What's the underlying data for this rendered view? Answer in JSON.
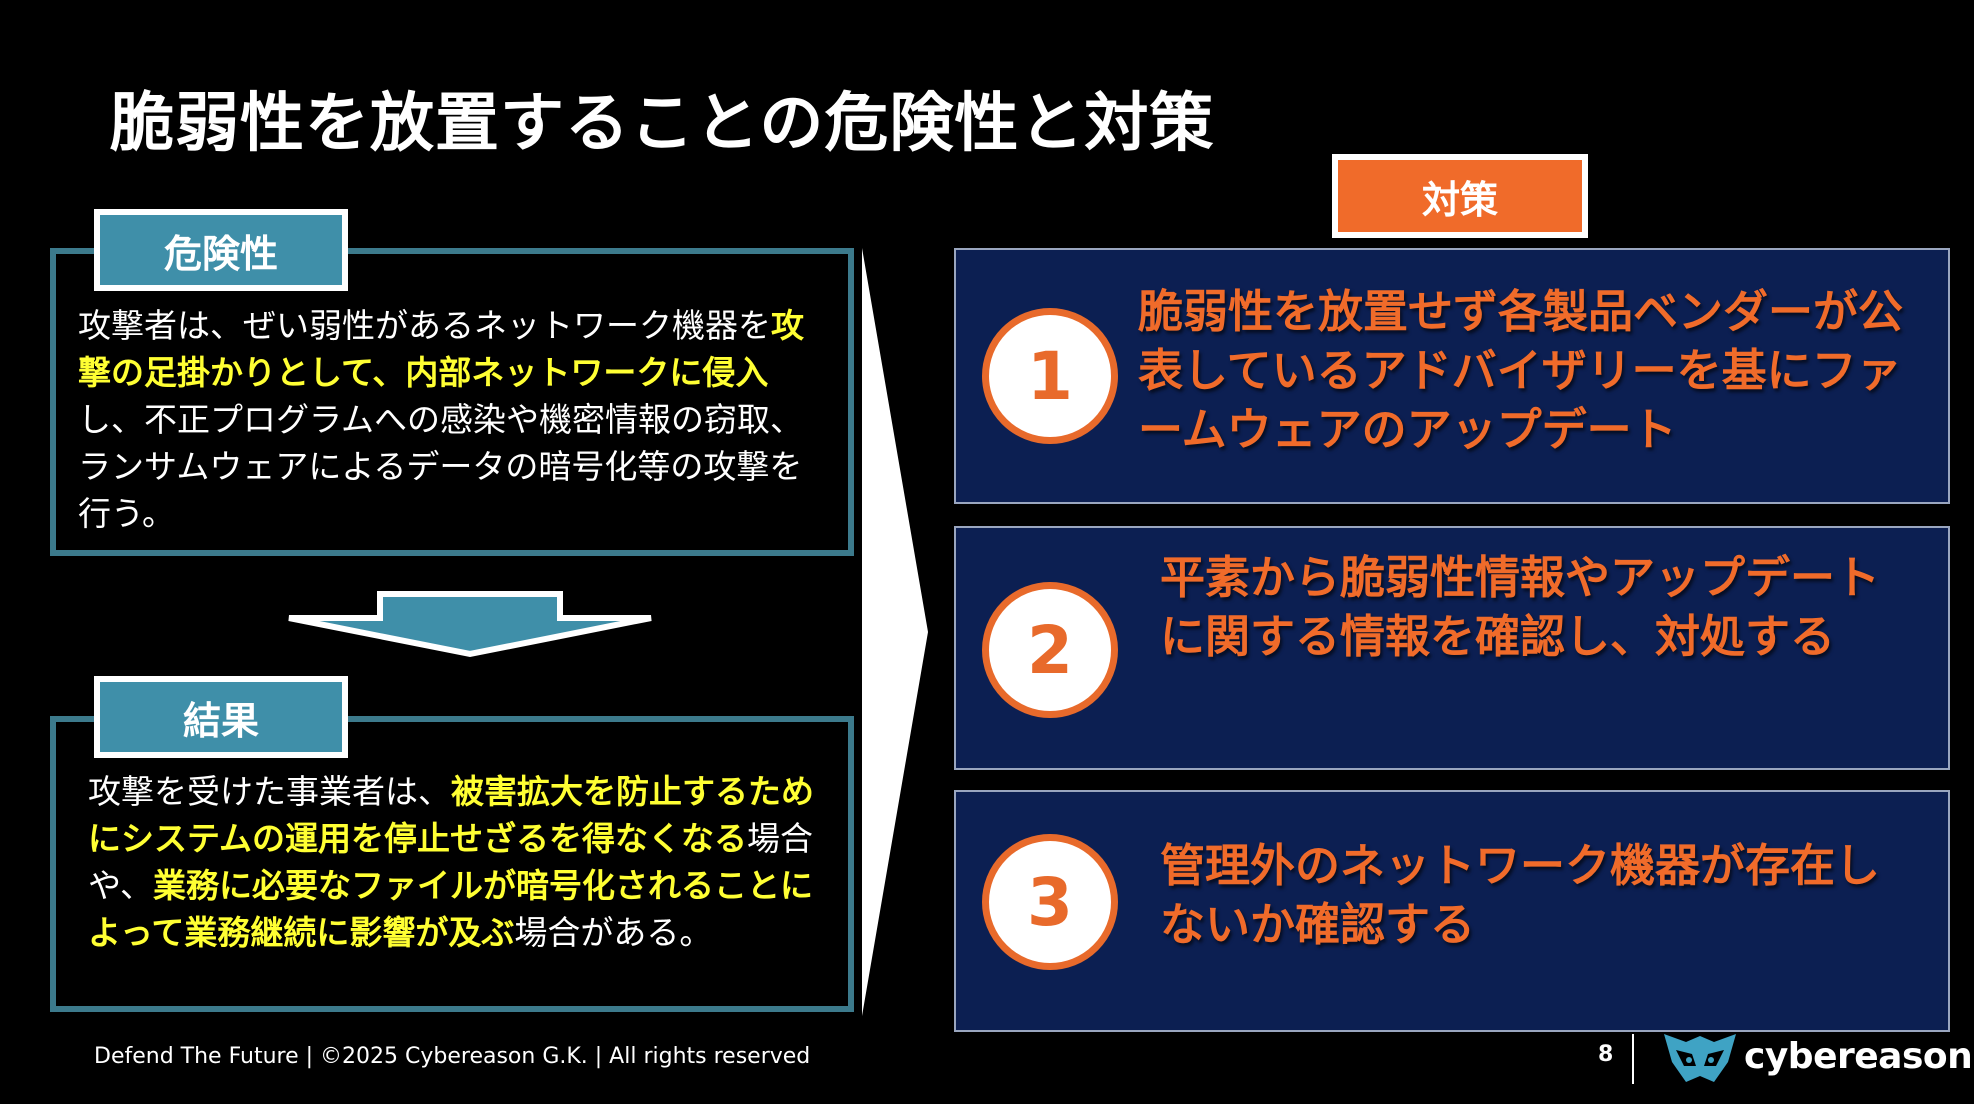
{
  "title": "脆弱性を放置することの危険性と対策",
  "risk": {
    "tab_label": "危険性",
    "text": [
      {
        "t": "攻撃者は、ぜい弱性があるネットワーク機器を",
        "hl": false
      },
      {
        "t": "攻撃の足掛かりとして、内部ネットワークに侵入",
        "hl": true
      },
      {
        "t": "し、不正プログラムへの感染や機密情報の窃取、ランサムウェアによるデータの暗号化等の攻撃を行う。",
        "hl": false
      }
    ]
  },
  "result": {
    "tab_label": "結果",
    "text": [
      {
        "t": "攻撃を受けた事業者は、",
        "hl": false
      },
      {
        "t": "被害拡大を防止するためにシステムの運用を停止せざるを得なくなる",
        "hl": true
      },
      {
        "t": "場合や、",
        "hl": false
      },
      {
        "t": "業務に必要なファイルが暗号化されることによって業務継続に影響が及ぶ",
        "hl": true
      },
      {
        "t": "場合がある。",
        "hl": false
      }
    ]
  },
  "measures": {
    "tab_label": "対策",
    "items": [
      {
        "num": "1",
        "text": "脆弱性を放置せず各製品ベンダーが公表しているアドバイザリーを基にファームウェアのアップデート"
      },
      {
        "num": "2",
        "text": "平素から脆弱性情報やアップデートに関する情報を確認し、対処する"
      },
      {
        "num": "3",
        "text": "管理外のネットワーク機器が存在しないか確認する"
      }
    ]
  },
  "footer": {
    "text": "Defend The Future | ©2025 Cybereason G.K. | All rights reserved",
    "page_number": "8",
    "logo_text": "cybereason"
  },
  "colors": {
    "panel_border": "#3c7a8c",
    "tab_blue": "#3f8fa9",
    "highlight": "#ffff33",
    "accent_orange": "#f06b2a",
    "measure_bg": "#0c1f52"
  }
}
